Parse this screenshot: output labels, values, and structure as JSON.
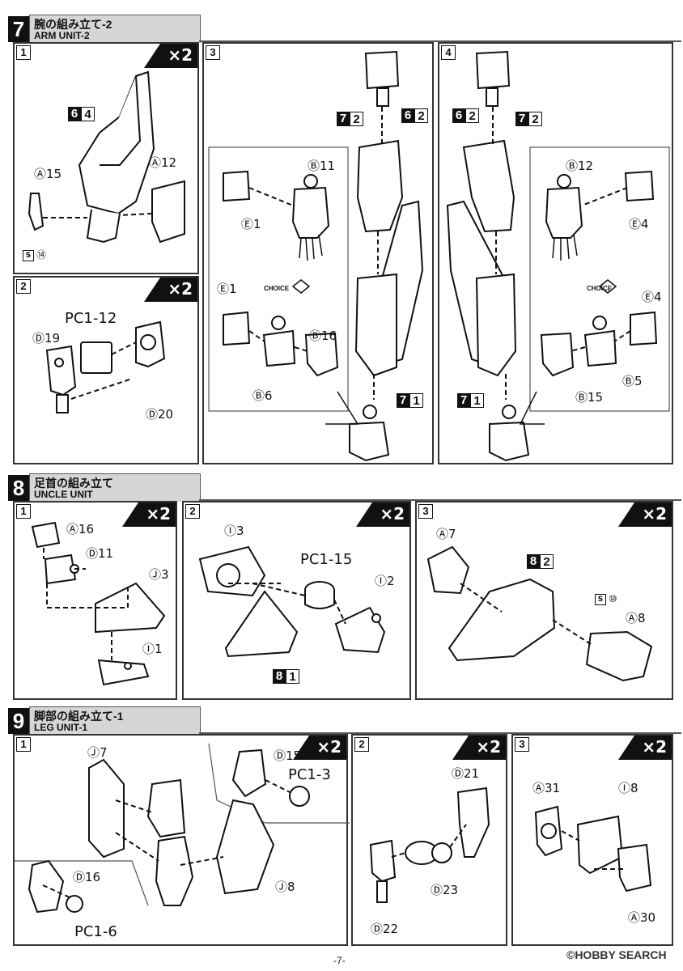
{
  "sections": [
    {
      "num": "7",
      "title_jp": "腕の組み立て-2",
      "title_en": "ARM UNIT-2"
    },
    {
      "num": "8",
      "title_jp": "足首の組み立て",
      "title_en": "UNCLE UNIT"
    },
    {
      "num": "9",
      "title_jp": "脚部の組み立て-1",
      "title_en": "LEG UNIT-1"
    }
  ],
  "quantity_label": "×2",
  "choice_label": "CHOICE",
  "steps": [
    "1",
    "2",
    "3",
    "4"
  ],
  "s7": {
    "p1": {
      "tag": [
        "6",
        "4"
      ],
      "a15": "Ⓐ15",
      "a12": "Ⓐ12",
      "s14": "⑭",
      "s": "S"
    },
    "p2": {
      "pc": "PC1-12",
      "d19": "Ⓓ19",
      "d20": "Ⓓ20"
    },
    "p3": {
      "tag72": [
        "7",
        "2"
      ],
      "tag62": [
        "6",
        "2"
      ],
      "tag71": [
        "7",
        "1"
      ],
      "b11": "Ⓑ11",
      "e1a": "Ⓔ1",
      "e1b": "Ⓔ1",
      "b16": "Ⓑ16",
      "b6": "Ⓑ6"
    },
    "p4": {
      "tag72": [
        "7",
        "2"
      ],
      "tag62": [
        "6",
        "2"
      ],
      "tag71": [
        "7",
        "1"
      ],
      "b12": "Ⓑ12",
      "e4a": "Ⓔ4",
      "e4b": "Ⓔ4",
      "b5": "Ⓑ5",
      "b15": "Ⓑ15"
    }
  },
  "s8": {
    "p1": {
      "a16": "Ⓐ16",
      "d11": "Ⓓ11",
      "j3": "Ⓙ3",
      "i1": "Ⓘ1"
    },
    "p2": {
      "i3": "Ⓘ3",
      "pc": "PC1-15",
      "i2": "Ⓘ2",
      "tag81": [
        "8",
        "1"
      ]
    },
    "p3": {
      "a7": "Ⓐ7",
      "tag82": [
        "8",
        "2"
      ],
      "s": "S",
      "s10": "⑩",
      "a8": "Ⓐ8"
    }
  },
  "s9": {
    "p1": {
      "j7": "Ⓙ7",
      "d15": "Ⓓ15",
      "pc3": "PC1-3",
      "j8": "Ⓙ8",
      "d16": "Ⓓ16",
      "pc6": "PC1-6"
    },
    "p2": {
      "d21": "Ⓓ21",
      "d22": "Ⓓ22",
      "d23": "Ⓓ23"
    },
    "p3": {
      "a31": "Ⓐ31",
      "i8": "Ⓘ8",
      "a30": "Ⓐ30"
    }
  },
  "footer": {
    "page": "-7-",
    "watermark": "©HOBBY SEARCH"
  }
}
